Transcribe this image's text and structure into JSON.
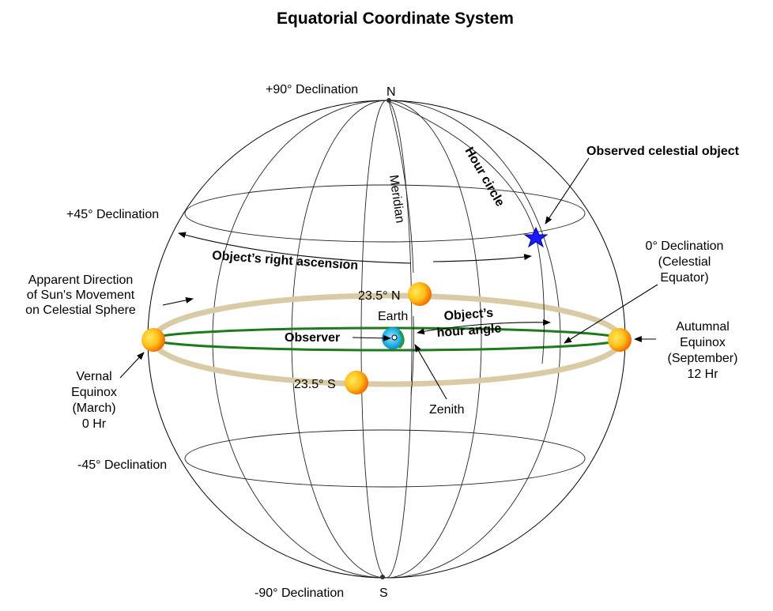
{
  "title": "Equatorial Coordinate System",
  "labels": {
    "north_declination": "+90°  Declination",
    "north_pole": "N",
    "south_declination": "-90°  Declination",
    "south_pole": "S",
    "dec_plus45": "+45° Declination",
    "dec_minus45": "-45° Declination",
    "meridian": "Meridian",
    "hour_circle": "Hour circle",
    "observed_object": "Observed celestial object",
    "right_ascension": "Object’s right ascension",
    "sun_direction": [
      "Apparent Direction",
      "of Sun's Movement",
      "on Celestial Sphere"
    ],
    "celestial_equator": [
      "0° Declination",
      "(Celestial",
      "Equator)"
    ],
    "tropic_north": "23.5° N",
    "tropic_south": "23.5° S",
    "earth": "Earth",
    "observer": "Observer",
    "hour_angle": [
      "Object’s",
      "hour angle"
    ],
    "zenith": "Zenith",
    "vernal_equinox": [
      "Vernal",
      "Equinox",
      "(March)",
      "0 Hr"
    ],
    "autumnal_equinox": [
      "Autumnal",
      "Equinox",
      "(September)",
      "12 Hr"
    ]
  },
  "colors": {
    "ecliptic": "#d8cba6",
    "equator": "#1d7a1d",
    "sun_core": "#ffd21f",
    "sun_edge": "#f07a00",
    "star": "#1a1aff",
    "earth": "#27b3e6"
  }
}
